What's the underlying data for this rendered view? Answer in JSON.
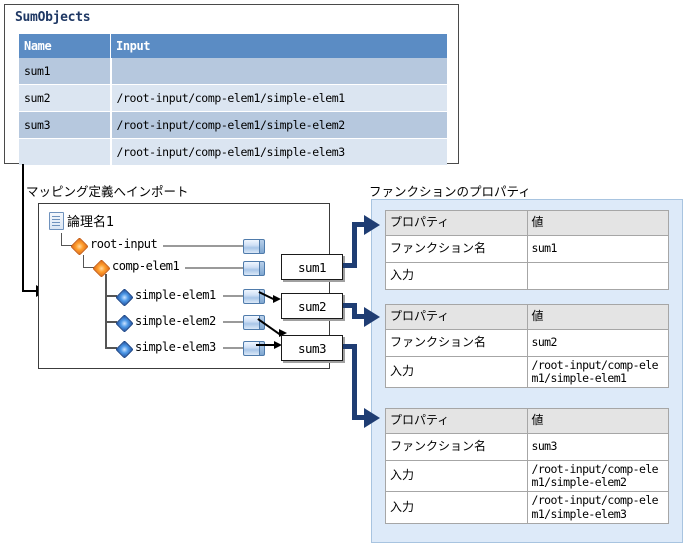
{
  "sum_objects": {
    "title": "SumObjects",
    "columns": [
      "Name",
      "Input"
    ],
    "rows": [
      {
        "name": "sum1",
        "input": ""
      },
      {
        "name": "sum2",
        "input": "/root-input/comp-elem1/simple-elem1"
      },
      {
        "name": "sum3",
        "input": "/root-input/comp-elem1/simple-elem2"
      },
      {
        "name": "",
        "input": "/root-input/comp-elem1/simple-elem3"
      }
    ]
  },
  "captions": {
    "mapping": "マッピング定義へインポート",
    "properties": "ファンクションのプロパティ"
  },
  "tree": {
    "root_label": "論理名1",
    "nodes": [
      {
        "label": "root-input",
        "type": "composite"
      },
      {
        "label": "comp-elem1",
        "type": "composite"
      },
      {
        "label": "simple-elem1",
        "type": "simple"
      },
      {
        "label": "simple-elem2",
        "type": "simple"
      },
      {
        "label": "simple-elem3",
        "type": "simple"
      }
    ],
    "function_boxes": [
      "sum1",
      "sum2",
      "sum3"
    ]
  },
  "property_tables": [
    {
      "headers": [
        "プロパティ",
        "値"
      ],
      "rows": [
        {
          "key": "ファンクション名",
          "value": "sum1"
        },
        {
          "key": "入力",
          "value": ""
        }
      ]
    },
    {
      "headers": [
        "プロパティ",
        "値"
      ],
      "rows": [
        {
          "key": "ファンクション名",
          "value": "sum2"
        },
        {
          "key": "入力",
          "value": "/root-input/comp-elem1/simple-elem1"
        }
      ]
    },
    {
      "headers": [
        "プロパティ",
        "値"
      ],
      "rows": [
        {
          "key": "ファンクション名",
          "value": "sum3"
        },
        {
          "key": "入力",
          "value": "/root-input/comp-elem1/simple-elem2"
        },
        {
          "key": "入力",
          "value": "/root-input/comp-elem1/simple-elem3"
        }
      ]
    }
  ],
  "colors": {
    "header_blue": "#5b8cc4",
    "row_dark": "#b6c8de",
    "row_light": "#dbe5f1",
    "connector_blue": "#1f3d73",
    "panel_blue": "#ddeaf9",
    "title_navy": "#1f3864"
  }
}
